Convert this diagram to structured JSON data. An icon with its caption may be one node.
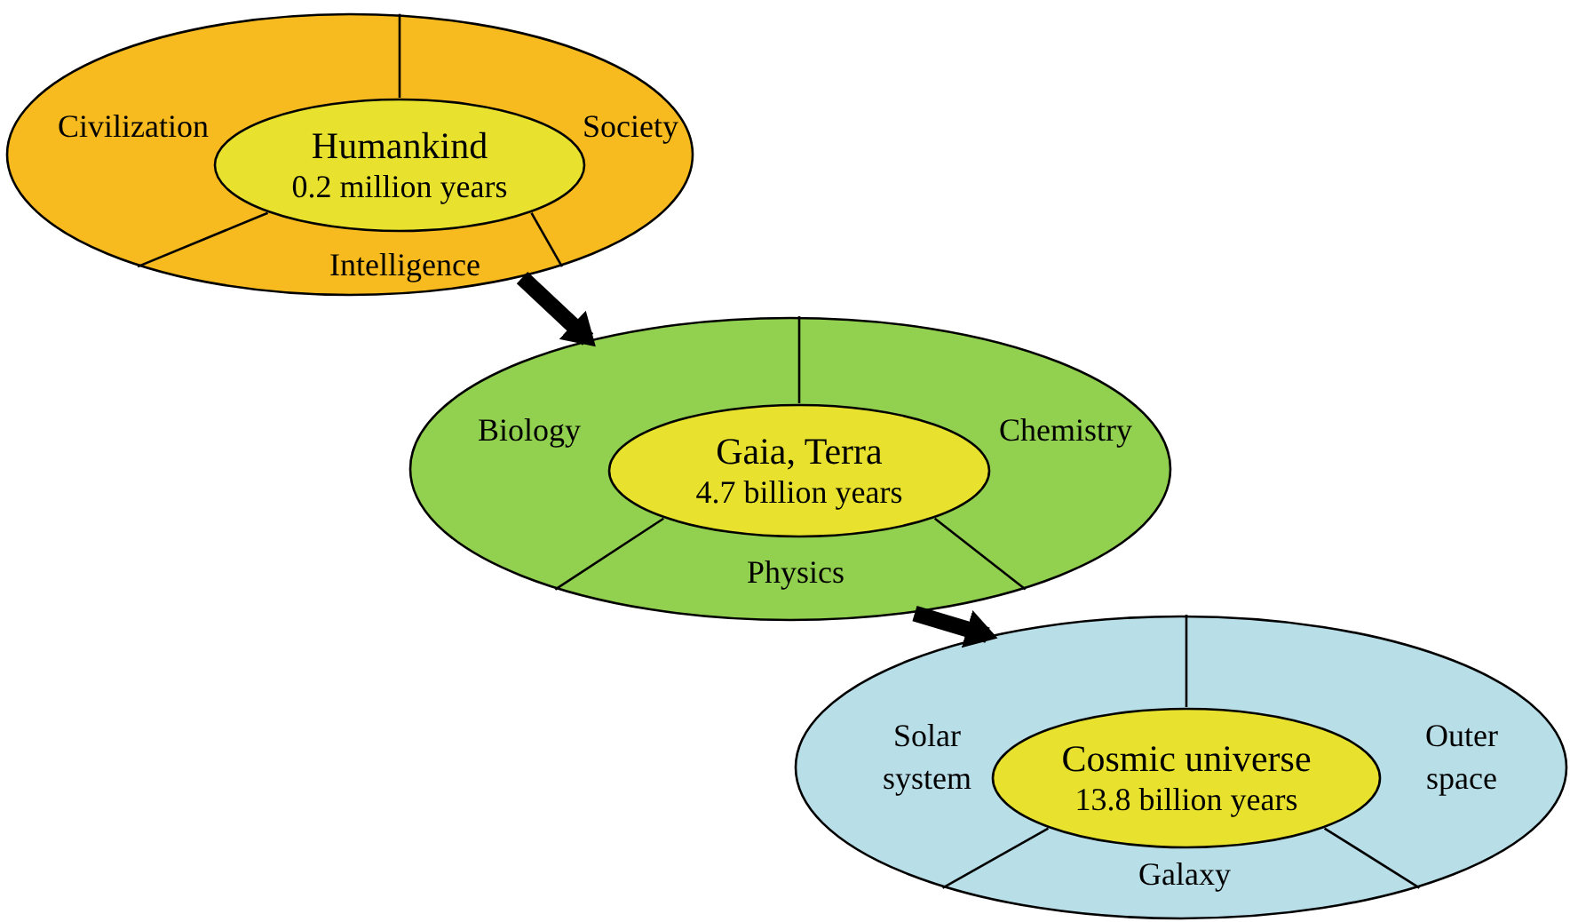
{
  "diagram": {
    "nodes": [
      {
        "text": [
          "Civilization",
          "Society",
          "Intelligence"
        ]
      },
      {
        "text": [
          "Humankind",
          "0.2 million years"
        ],
        "in": 0
      },
      {
        "text": [
          "Biology",
          "Chemistry",
          "Physics"
        ]
      },
      {
        "text": [
          "Gaia, Terra",
          "4.7 billion years"
        ],
        "in": 2
      },
      {
        "text": [
          "Solar system",
          "Outer space",
          "Galaxy"
        ]
      },
      {
        "text": [
          "Cosmic universe",
          "13.8 billion years"
        ],
        "in": 4
      }
    ],
    "edges": [
      {
        "from": 0,
        "to": 2,
        "arrow": "to"
      },
      {
        "from": 2,
        "to": 4,
        "arrow": "to"
      }
    ]
  }
}
